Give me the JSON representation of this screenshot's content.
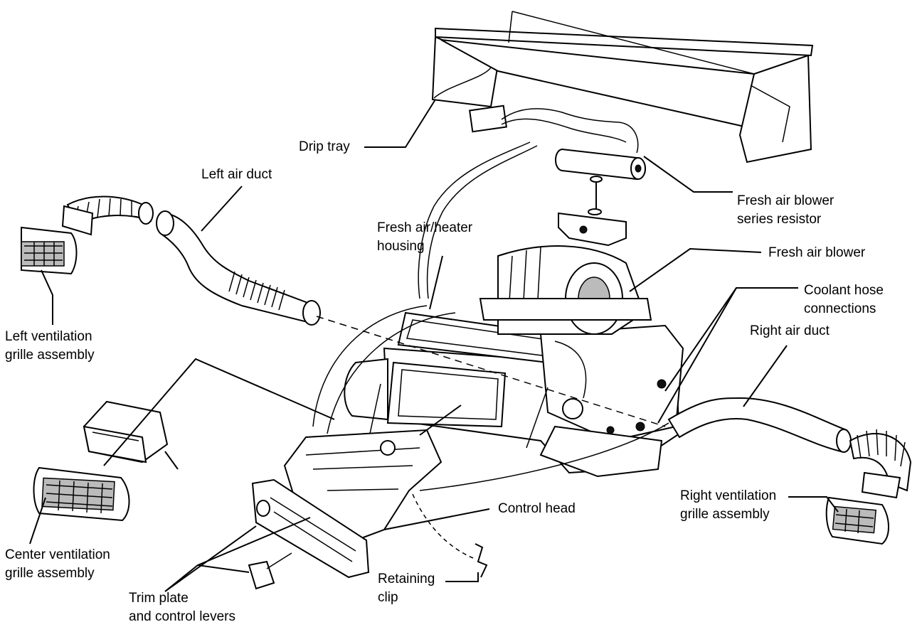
{
  "labels": {
    "drip_tray": "Drip tray",
    "left_air_duct": "Left air duct",
    "fresh_air_heater_housing": [
      "Fresh air/heater",
      "housing"
    ],
    "fresh_air_blower_series_resistor": [
      "Fresh air blower",
      "series resistor"
    ],
    "fresh_air_blower": "Fresh air blower",
    "coolant_hose_connections": [
      "Coolant hose",
      "connections"
    ],
    "right_air_duct": "Right air duct",
    "left_ventilation_grille_assembly": [
      "Left ventilation",
      "grille assembly"
    ],
    "right_ventilation_grille_assembly": [
      "Right ventilation",
      "grille assembly"
    ],
    "control_head": "Control head",
    "center_ventilation_grille_assembly": [
      "Center ventilation",
      "grille assembly"
    ],
    "retaining_clip": [
      "Retaining",
      "clip"
    ],
    "trim_plate_and_control_levers": [
      "Trim plate",
      "and control levers"
    ]
  }
}
